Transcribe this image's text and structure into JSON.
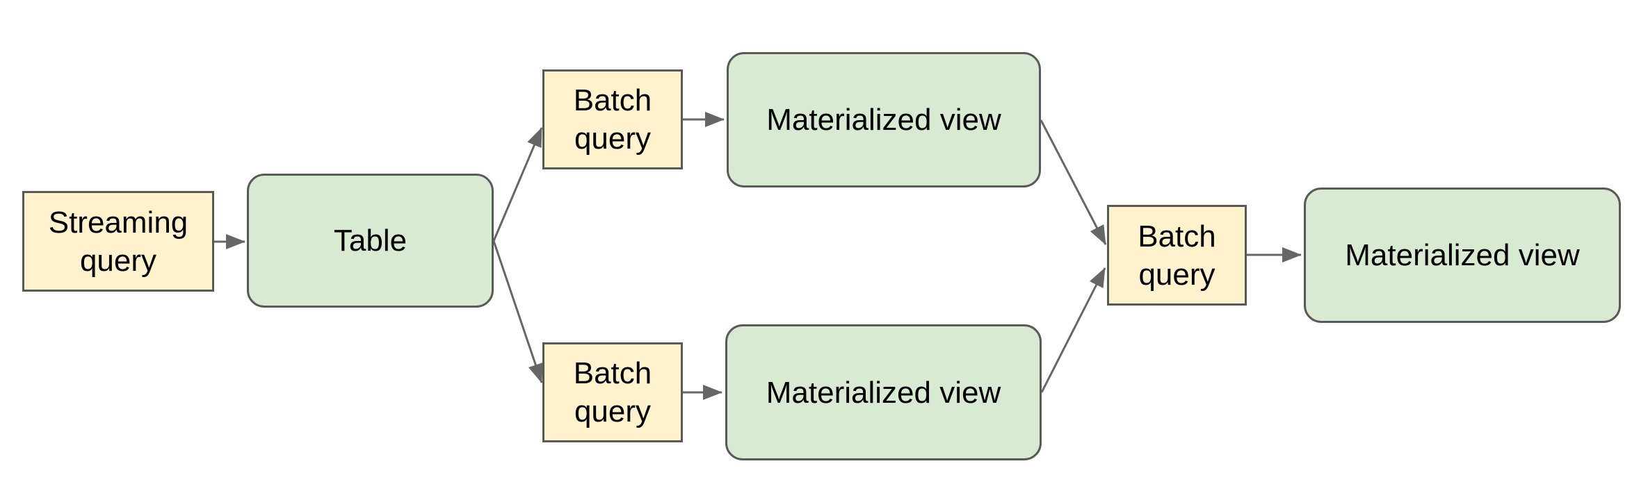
{
  "diagram": {
    "nodes": [
      {
        "id": "streaming-query",
        "label": "Streaming query",
        "kind": "query"
      },
      {
        "id": "table",
        "label": "Table",
        "kind": "view"
      },
      {
        "id": "batch-query-top",
        "label": "Batch query",
        "kind": "query"
      },
      {
        "id": "materialized-view-top",
        "label": "Materialized view",
        "kind": "view"
      },
      {
        "id": "batch-query-bottom",
        "label": "Batch query",
        "kind": "query"
      },
      {
        "id": "materialized-view-bottom",
        "label": "Materialized view",
        "kind": "view"
      },
      {
        "id": "batch-query-right",
        "label": "Batch query",
        "kind": "query"
      },
      {
        "id": "materialized-view-right",
        "label": "Materialized view",
        "kind": "view"
      }
    ],
    "edges": [
      {
        "from": "streaming-query",
        "to": "table"
      },
      {
        "from": "table",
        "to": "batch-query-top"
      },
      {
        "from": "table",
        "to": "batch-query-bottom"
      },
      {
        "from": "batch-query-top",
        "to": "materialized-view-top"
      },
      {
        "from": "batch-query-bottom",
        "to": "materialized-view-bottom"
      },
      {
        "from": "materialized-view-top",
        "to": "batch-query-right"
      },
      {
        "from": "materialized-view-bottom",
        "to": "batch-query-right"
      },
      {
        "from": "batch-query-right",
        "to": "materialized-view-right"
      }
    ],
    "colors": {
      "query_fill": "#fff2cc",
      "view_fill": "#d9ead3",
      "node_border": "#595959",
      "connector": "#666666",
      "text": "#000000",
      "background": "#ffffff"
    }
  }
}
